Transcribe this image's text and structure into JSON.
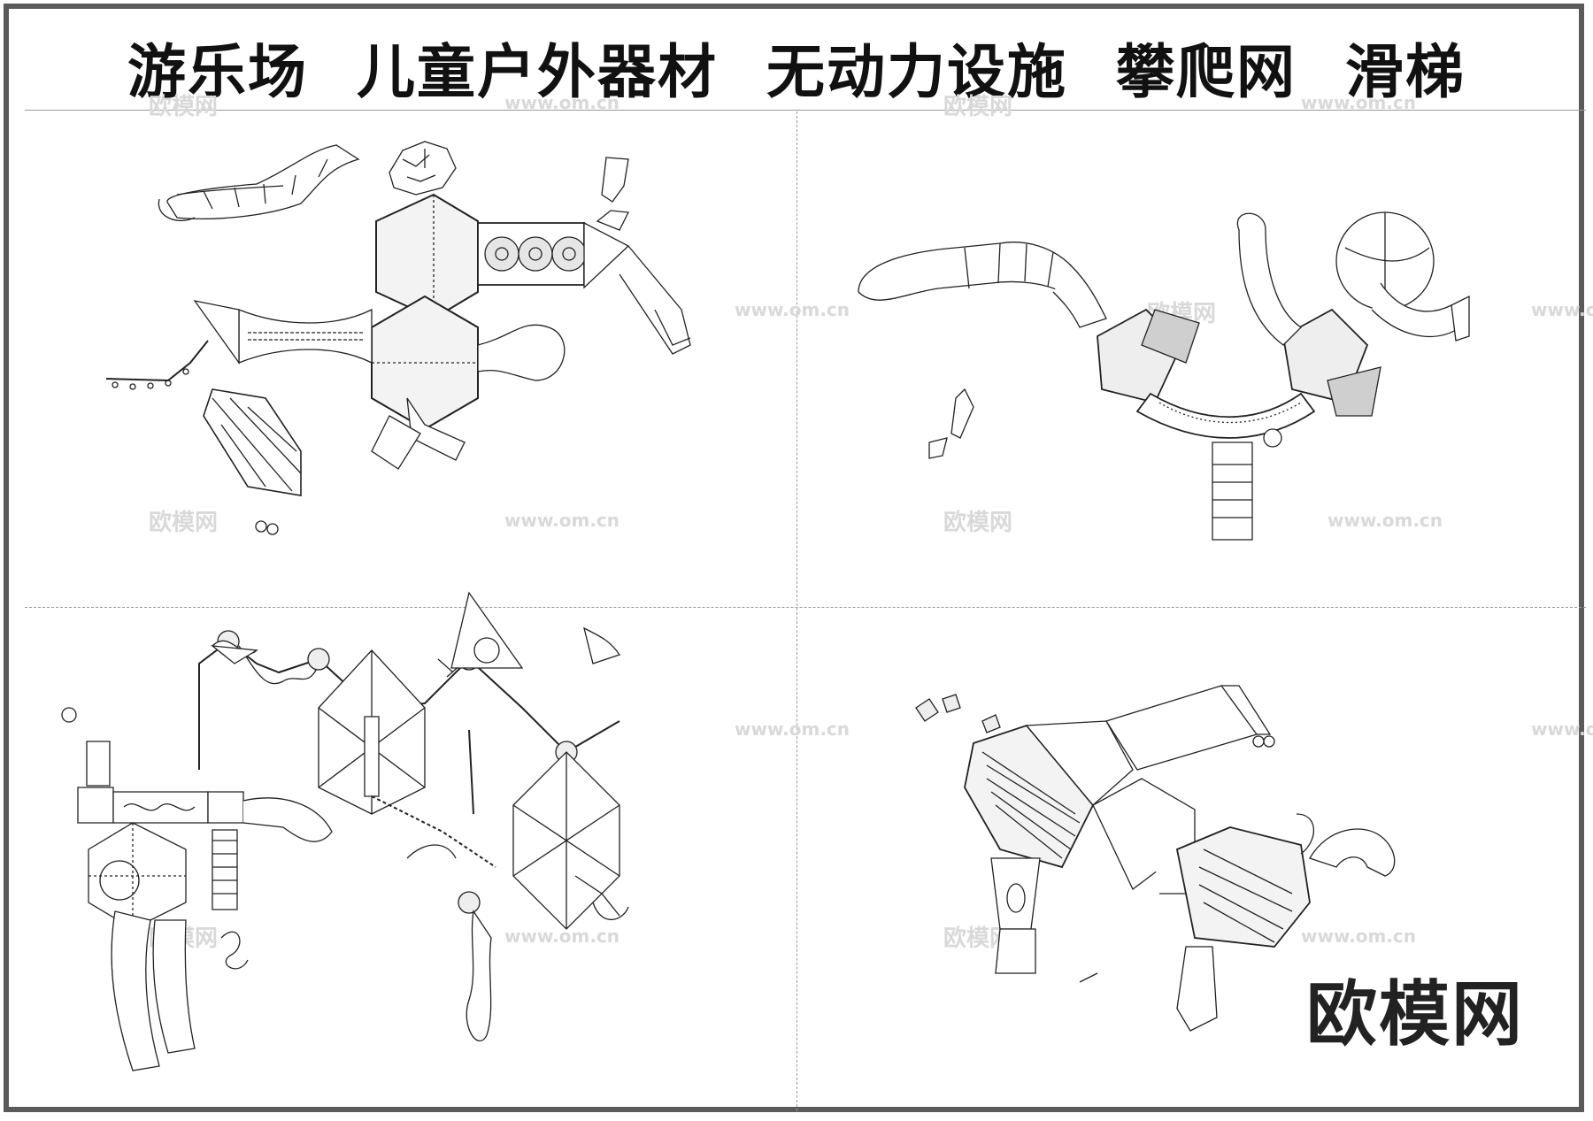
{
  "title": "游乐场  儿童户外器材  无动力设施  攀爬网  滑梯",
  "watermark": {
    "brand": "欧模网",
    "url": "www.om.cn",
    "corner_logo": "欧模网"
  },
  "panels": [
    {
      "name": "playground-plan-top-left"
    },
    {
      "name": "playground-plan-top-right"
    },
    {
      "name": "playground-plan-bottom-left"
    },
    {
      "name": "playground-plan-bottom-right"
    }
  ]
}
